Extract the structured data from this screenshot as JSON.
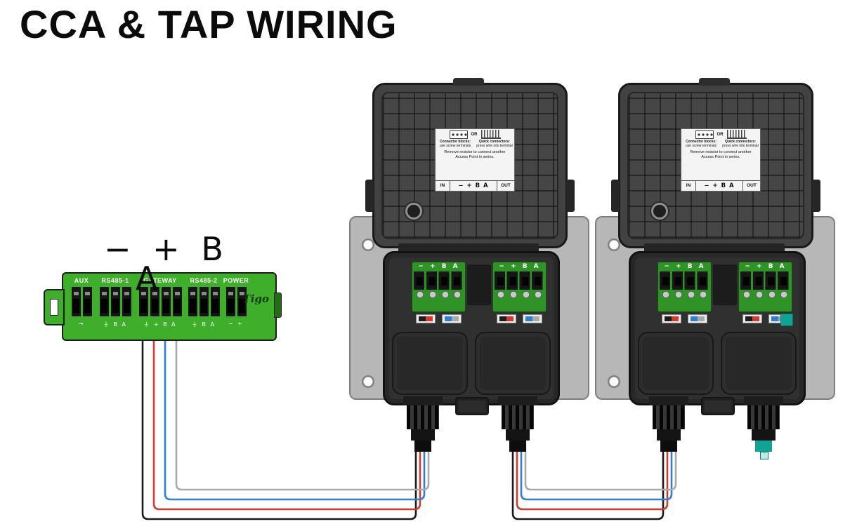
{
  "title": "CCA & TAP WIRING",
  "cca": {
    "logo": "Tigo",
    "annotation": {
      "top": "− + B",
      "bottom": "A"
    },
    "ports": [
      {
        "label": "AUX",
        "sublabel": "⊸"
      },
      {
        "label": "RS485-1",
        "sublabel": "⏚ B A"
      },
      {
        "label": "GATEWAY",
        "sublabel": "⏚ + B A"
      },
      {
        "label": "RS485-2",
        "sublabel": "⏚ B A"
      },
      {
        "label": "POWER",
        "sublabel": "− +"
      }
    ]
  },
  "tap": {
    "sticker": {
      "col1_title": "Connector blocks:",
      "col1_sub": "use screw terminals",
      "or_label": "OR",
      "col2_title": "Quick connectors:",
      "col2_sub": "press wire into terminal",
      "note": "Remove resistor to connect another Access Point in series.",
      "in_label": "IN",
      "pins_label": "− + B A",
      "out_label": "OUT"
    },
    "terminal_label": "− + B A"
  },
  "wire_colors": {
    "minus": "#1b1b1b",
    "plus": "#d63a2e",
    "b": "#2f7fd2",
    "a": "#a9a9a9"
  }
}
